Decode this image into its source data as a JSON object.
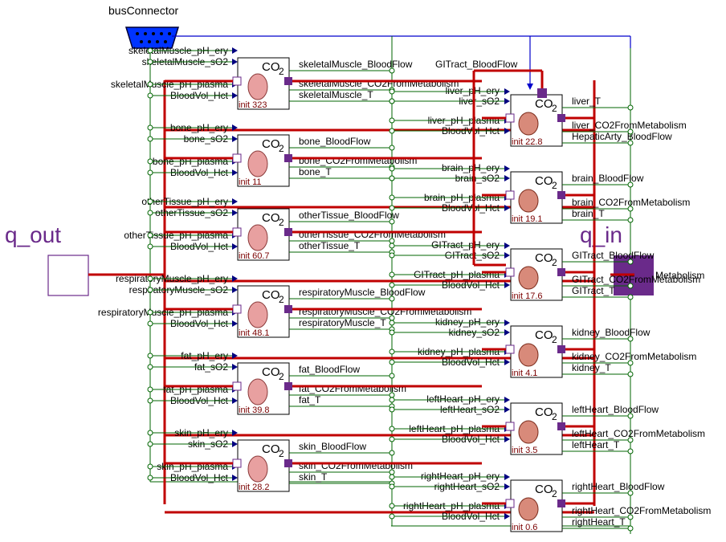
{
  "title": "busConnector",
  "ports": {
    "q_out": "q_out",
    "q_in": "q_in",
    "q_in_partial_text": "Metabolism"
  },
  "co2_label": "CO2",
  "left_organs": [
    {
      "key": "skeletalMuscle",
      "ph_ery": "skeletalMuscle_pH_ery",
      "so2": "skeletalMuscle_sO2",
      "ph_plasma": "skeletalMuscle_pH_plasma",
      "hct": "BloodVol_Hct",
      "flow": "skeletalMuscle_BloodFlow",
      "co2met": "skeletalMuscle_CO2FromMetabolism",
      "temp": "skeletalMuscle_T",
      "init": "init 323",
      "icon": "muscle-icon"
    },
    {
      "key": "bone",
      "ph_ery": "bone_pH_ery",
      "so2": "bone_sO2",
      "ph_plasma": "bone_pH_plasma",
      "hct": "BloodVol_Hct",
      "flow": "bone_BloodFlow",
      "co2met": "bone_CO2FromMetabolism",
      "temp": "bone_T",
      "init": "init 11",
      "icon": "bone-icon"
    },
    {
      "key": "otherTissue",
      "ph_ery": "otherTissue_pH_ery",
      "so2": "otherTissue_sO2",
      "ph_plasma": "otherTissue_pH_plasma",
      "hct": "BloodVol_Hct",
      "flow": "otherTissue_BloodFlow",
      "co2met": "otherTissue_CO2FromMetabolism",
      "temp": "otherTissue_T",
      "init": "init 60.7",
      "icon": "cells-icon"
    },
    {
      "key": "respiratoryMuscle",
      "ph_ery": "respiratoryMuscle_pH_ery",
      "so2": "respiratoryMuscle_sO2",
      "ph_plasma": "respiratoryMuscle_pH_plasma",
      "hct": "BloodVol_Hct",
      "flow": "respiratoryMuscle_BloodFlow",
      "co2met": "respiratoryMuscle_CO2FromMetabolism",
      "temp": "respiratoryMuscle_T",
      "init": "init 48.1",
      "icon": "ribcage-icon"
    },
    {
      "key": "fat",
      "ph_ery": "fat_pH_ery",
      "so2": "fat_sO2",
      "ph_plasma": "fat_pH_plasma",
      "hct": "BloodVol_Hct",
      "flow": "fat_BloodFlow",
      "co2met": "fat_CO2FromMetabolism",
      "temp": "fat_T",
      "init": "init 39.8",
      "icon": "fat-cell-icon"
    },
    {
      "key": "skin",
      "ph_ery": "skin_pH_ery",
      "so2": "skin_sO2",
      "ph_plasma": "skin_pH_plasma",
      "hct": "BloodVol_Hct",
      "flow": "skin_BloodFlow",
      "co2met": "skin_CO2FromMetabolism",
      "temp": "skin_T",
      "init": "init 28.2",
      "icon": "skin-icon"
    }
  ],
  "right_organs": [
    {
      "key": "liver",
      "ph_ery": "liver_pH_ery",
      "so2": "liver_sO2",
      "ph_plasma": "liver_pH_plasma",
      "hct": "BloodVol_Hct",
      "out1": "liver_T",
      "out2": "liver_CO2FromMetabolism",
      "out3": "HepaticArty_BloodFlow",
      "init": "init 22.8",
      "icon": "liver-icon"
    },
    {
      "key": "brain",
      "ph_ery": "brain_pH_ery",
      "so2": "brain_sO2",
      "ph_plasma": "brain_pH_plasma",
      "hct": "BloodVol_Hct",
      "out1": "brain_BloodFlow",
      "out2": "brain_CO2FromMetabolism",
      "out3": "brain_T",
      "init": "init 19.1",
      "icon": "brain-icon"
    },
    {
      "key": "GITract",
      "ph_ery": "GITract_pH_ery",
      "so2": "GITract_sO2",
      "ph_plasma": "GITract_pH_plasma",
      "hct": "BloodVol_Hct",
      "out1": "GITract_BloodFlow",
      "out2": "GITract_CO2FromMetabolism",
      "out3": "GITract_T",
      "init": "init 17.6",
      "icon": "intestine-icon"
    },
    {
      "key": "kidney",
      "ph_ery": "kidney_pH_ery",
      "so2": "kidney_sO2",
      "ph_plasma": "kidney_pH_plasma",
      "hct": "BloodVol_Hct",
      "out1": "kidney_BloodFlow",
      "out2": "kidney_CO2FromMetabolism",
      "out3": "kidney_T",
      "init": "init 4.1",
      "icon": "kidney-icon"
    },
    {
      "key": "leftHeart",
      "ph_ery": "leftHeart_pH_ery",
      "so2": "leftHeart_sO2",
      "ph_plasma": "leftHeart_pH_plasma",
      "hct": "BloodVol_Hct",
      "out1": "leftHeart_BloodFlow",
      "out2": "leftHeart_CO2FromMetabolism",
      "out3": "leftHeart_T",
      "init": "init 3.5",
      "icon": "left-heart-icon"
    },
    {
      "key": "rightHeart",
      "ph_ery": "rightHeart_pH_ery",
      "so2": "rightHeart_sO2",
      "ph_plasma": "rightHeart_pH_plasma",
      "hct": "BloodVol_Hct",
      "out1": "rightHeart_BloodFlow",
      "out2": "rightHeart_CO2FromMetabolism",
      "out3": "rightHeart_T",
      "init": "init 0.6",
      "icon": "right-heart-icon"
    }
  ],
  "top_label": "GITract_BloodFlow",
  "colors": {
    "flow": "#c00000",
    "signal": "#006400",
    "bus": "#0000cc",
    "port": "#6a2a8a",
    "arrow": "#000080"
  }
}
